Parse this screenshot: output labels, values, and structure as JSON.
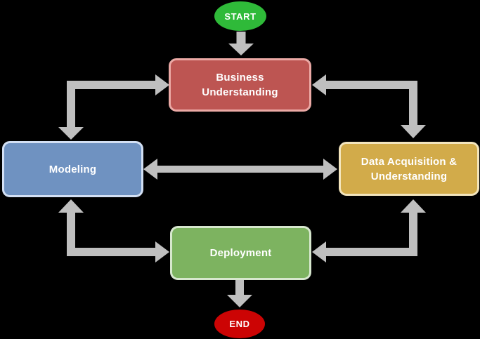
{
  "diagram": {
    "background": "#000000",
    "arrow_color": "#bfbfbf",
    "text_color": "#ffffff",
    "nodes": {
      "start": {
        "label": "START",
        "shape": "ellipse",
        "fill": "#2fba39",
        "border": "#2fba39"
      },
      "business": {
        "label": "Business Understanding",
        "shape": "rounded-rect",
        "fill": "#bd5552",
        "border": "#eba9a5"
      },
      "modeling": {
        "label": "Modeling",
        "shape": "rounded-rect",
        "fill": "#6f92c1",
        "border": "#d3e0f4"
      },
      "data_acquisition": {
        "label": "Data Acquisition & Understanding",
        "shape": "rounded-rect",
        "fill": "#d2ab4a",
        "border": "#f3e5bd"
      },
      "deployment": {
        "label": "Deployment",
        "shape": "rounded-rect",
        "fill": "#7db360",
        "border": "#d7e7ce"
      },
      "end": {
        "label": "END",
        "shape": "ellipse",
        "fill": "#cc0404",
        "border": "#cc0404"
      }
    },
    "edges": [
      {
        "from": "START",
        "to": "Business Understanding",
        "type": "one-way"
      },
      {
        "from": "Business Understanding",
        "to": "Modeling",
        "type": "two-way"
      },
      {
        "from": "Business Understanding",
        "to": "Data Acquisition & Understanding",
        "type": "two-way"
      },
      {
        "from": "Modeling",
        "to": "Data Acquisition & Understanding",
        "type": "two-way"
      },
      {
        "from": "Modeling",
        "to": "Deployment",
        "type": "two-way"
      },
      {
        "from": "Deployment",
        "to": "Data Acquisition & Understanding",
        "type": "two-way"
      },
      {
        "from": "Deployment",
        "to": "END",
        "type": "one-way"
      }
    ]
  }
}
